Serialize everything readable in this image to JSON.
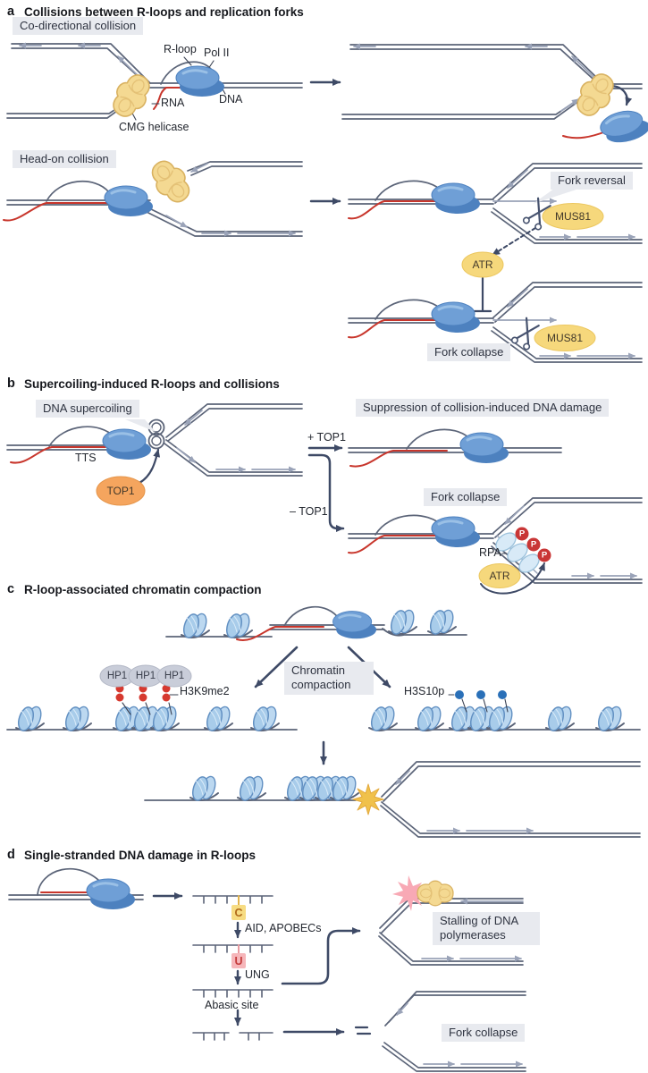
{
  "colors": {
    "strand_dark": "#5b6478",
    "strand_light": "#9aa3b8",
    "arrow_dark": "#3e4a66",
    "rna_red": "#c8362c",
    "label_box_bg": "#e8eaef",
    "protein_blue": "#6f9fd6",
    "helicase_yellow": "#f4d992",
    "badge_yellow": "#f6d87c",
    "top1_orange": "#f5a55e",
    "nucleosome_blue": "#a8ccea",
    "hp1_grey": "#c9cdd9",
    "methyl_red": "#d6392f",
    "phospho_blue": "#2a70b8",
    "collision_gold": "#f0c14b",
    "damage_pink": "#f8a9b5"
  },
  "panel_a": {
    "letter": "a",
    "title": "Collisions between R-loops and replication forks",
    "codirectional_label": "Co-directional collision",
    "headon_label": "Head-on collision",
    "rloop_label": "R-loop",
    "polii_label": "Pol II",
    "rna_label": "RNA",
    "dna_label": "DNA",
    "cmg_label": "CMG helicase",
    "fork_reversal_label": "Fork reversal",
    "mus81_label": "MUS81",
    "atr_label": "ATR",
    "fork_collapse_label": "Fork collapse"
  },
  "panel_b": {
    "letter": "b",
    "title": "Supercoiling-induced R-loops and collisions",
    "supercoiling_label": "DNA supercoiling",
    "tts_label": "TTS",
    "top1_label": "TOP1",
    "plus_top1_label": "+ TOP1",
    "minus_top1_label": "– TOP1",
    "suppression_label": "Suppression of collision-induced DNA damage",
    "fork_collapse_label": "Fork collapse",
    "rpa_label": "RPA",
    "atr_label": "ATR",
    "phospho_label": "P"
  },
  "panel_c": {
    "letter": "c",
    "title": "R-loop-associated chromatin compaction",
    "compaction_label": "Chromatin compaction",
    "hp1_label": "HP1",
    "h3k9me2_label": "H3K9me2",
    "h3s10p_label": "H3S10p"
  },
  "panel_d": {
    "letter": "d",
    "title": "Single-stranded DNA damage in R-loops",
    "c_base": "C",
    "aid_label": "AID, APOBECs",
    "u_base": "U",
    "ung_label": "UNG",
    "abasic_label": "Abasic site",
    "stalling_label": "Stalling of DNA polymerases",
    "fork_collapse_label": "Fork collapse"
  }
}
